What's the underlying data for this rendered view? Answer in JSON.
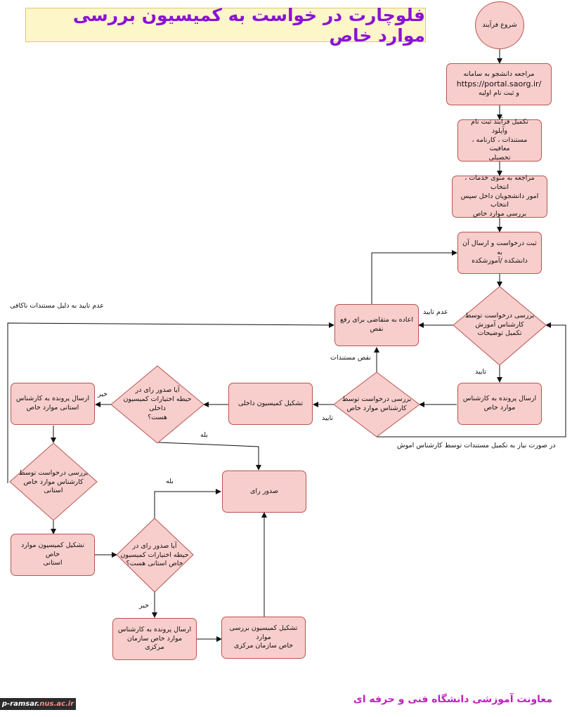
{
  "title": "فلوچارت در خواست به کمیسیون بررسی موارد خاص",
  "nodes": {
    "start": "شروع فرآیند",
    "register_line1": "مراجعه دانشجو به سامانه",
    "register_url": "https://portal.saorg.ir/",
    "register_line3": "و ثبت نام اولیه",
    "complete": "تکمیل فرآیند ثبت نام وآپلود\nمستندات ، کارنامه ، معافیت\nتحصیلی",
    "menu": "مراجعه به منوی خدمات ، انتخاب\nامور دانشجویان داخل سپس انتخاب\nبررسی موارد خاص",
    "submit": "ثبت درخواست و ارسال آن به\nدانشکده /آموزشکده",
    "edu_review": "بررسی درخواست توسط\nکارشناس آموزش\nتکمیل توضیحات",
    "return": "اعاده به متقاضی برای رفع\nنقص",
    "send_expert": "ارسال پرونده به کارشناس\nموارد خاص",
    "expert_review": "بررسی درخواست توسط\nکارشناس موارد خاص",
    "internal_commission": "تشکیل کمیسیون داخلی",
    "internal_authority": "آیا صدور رای در\nحیطه اختیارات کمیسیون داخلی\nهست؟",
    "send_provincial": "ارسال پرونده به کارشناس\nاستانی موارد خاص",
    "provincial_review": "بررسی درخواست توسط\nکارشناس موارد خاص\nاستانی",
    "verdict": "صدور رای",
    "provincial_commission": "تشکیل کمیسیون موارد خاص\nاستانی",
    "provincial_authority": "آیا صدور رای در\nحیطه اختیارات کمیسیون\nخاص استانی  هست؟",
    "send_central": "ارسال پرونده به کارشناس\nموارد خاص سازمان مرکزی",
    "central_commission": "تشکیل کمیسیون بررسی موارد\nخاص سازمان مرکزی"
  },
  "labels": {
    "not_approved_docs": "عدم تایید به دلیل مستندات ناکافی",
    "not_approved": "عدم تایید",
    "approved_1": "تایید",
    "deficiency": "نقص مستندات",
    "approved_2": "تایید",
    "no_1": "خیر",
    "yes_1": "بله",
    "if_needed": "در صورت نیاز به تکمیل مستندات توسط کارشناس اموش",
    "yes_2": "بله",
    "no_2": "خیر"
  },
  "footer": {
    "left_main": "p-ramsar.",
    "left_accent": "nus.ac.ir",
    "right": "معاونت آموزشی دانشگاه فنی و حرفه ای"
  },
  "colors": {
    "node_fill": "#f8cecc",
    "node_stroke": "#b85450",
    "title_fill": "#fdf6c8",
    "title_text": "#8a12d6",
    "footer_text": "#c020c0"
  }
}
